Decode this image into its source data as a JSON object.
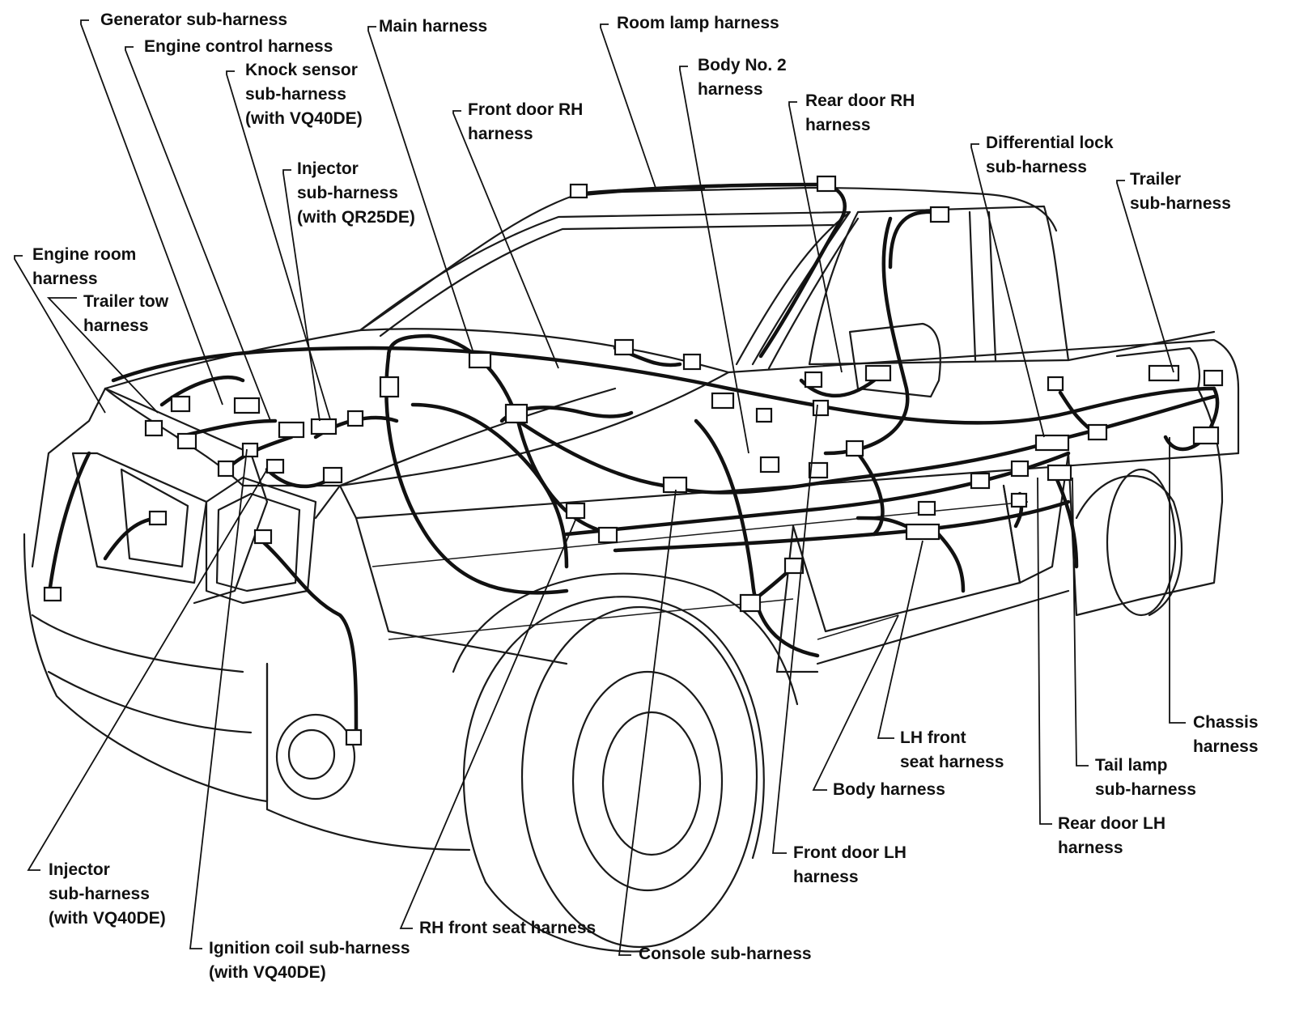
{
  "labels": {
    "generator_sub": [
      "Generator sub-harness"
    ],
    "engine_control": [
      "Engine control harness"
    ],
    "knock_sensor": [
      "Knock sensor",
      "sub-harness",
      "(with VQ40DE)"
    ],
    "main_harness": [
      "Main harness"
    ],
    "room_lamp": [
      "Room lamp harness"
    ],
    "body_no2": [
      "Body No. 2",
      "harness"
    ],
    "front_door_rh": [
      "Front door RH",
      "harness"
    ],
    "rear_door_rh": [
      "Rear door RH",
      "harness"
    ],
    "differential_lock": [
      "Differential lock",
      "sub-harness"
    ],
    "trailer_sub": [
      "Trailer",
      "sub-harness"
    ],
    "injector_qr25": [
      "Injector",
      "sub-harness",
      "(with QR25DE)"
    ],
    "engine_room": [
      "Engine room",
      "harness"
    ],
    "trailer_tow": [
      "Trailer tow",
      "harness"
    ],
    "chassis": [
      "Chassis",
      "harness"
    ],
    "lh_front_seat": [
      "LH front",
      "seat harness"
    ],
    "tail_lamp": [
      "Tail lamp",
      "sub-harness"
    ],
    "body_harness": [
      "Body harness"
    ],
    "rear_door_lh": [
      "Rear door LH",
      "harness"
    ],
    "front_door_lh": [
      "Front door LH",
      "harness"
    ],
    "injector_vq40": [
      "Injector",
      "sub-harness",
      "(with VQ40DE)"
    ],
    "rh_front_seat": [
      "RH front seat harness"
    ],
    "ignition_coil": [
      "Ignition coil sub-harness",
      "(with VQ40DE)"
    ],
    "console_sub": [
      "Console sub-harness"
    ]
  }
}
